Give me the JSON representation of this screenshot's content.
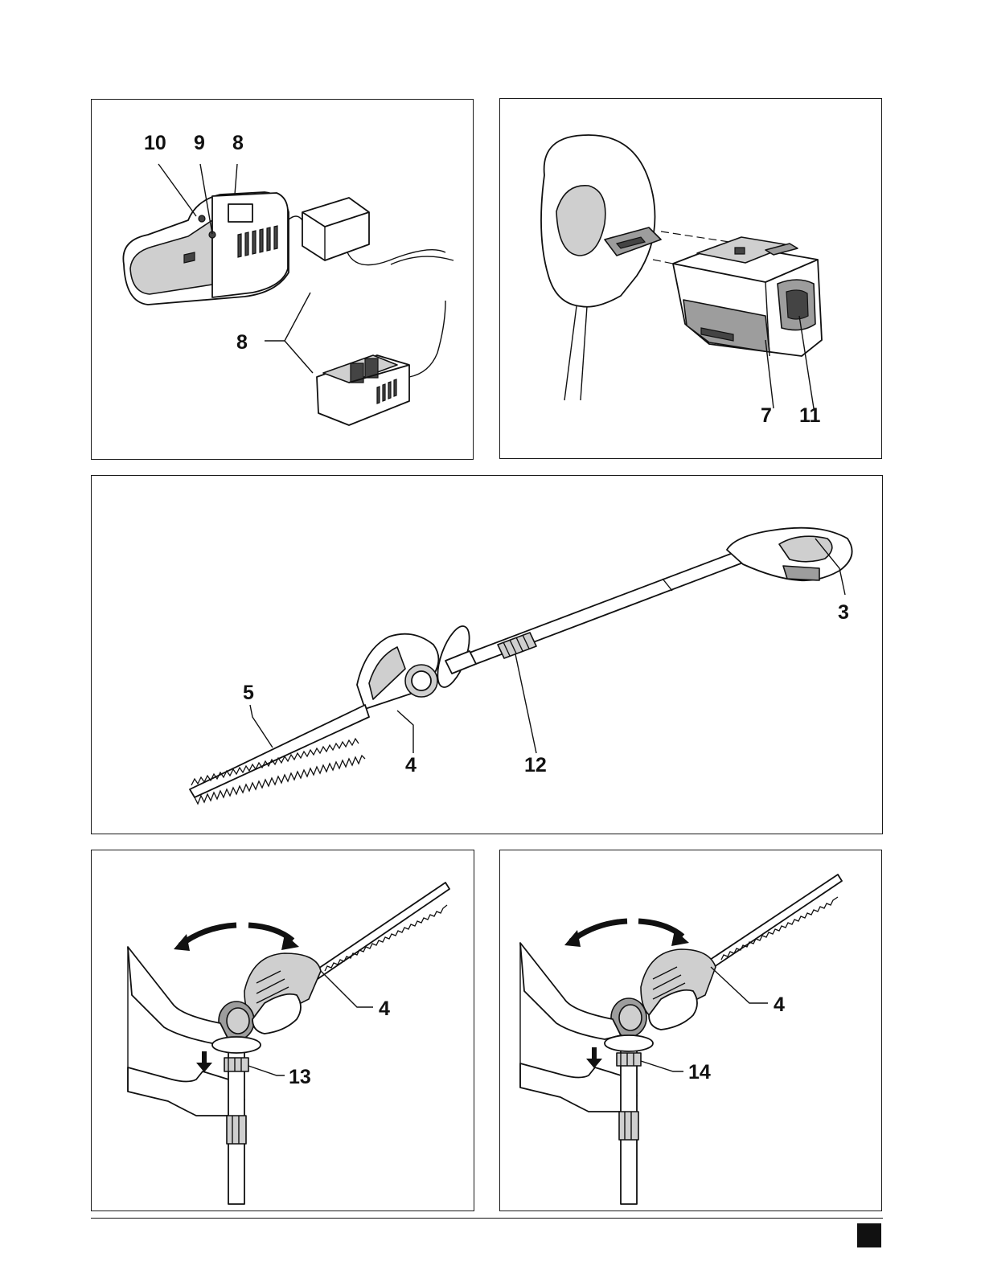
{
  "figures": {
    "charger": {
      "callouts": [
        "10",
        "9",
        "8",
        "8"
      ]
    },
    "battery": {
      "callouts": [
        "7",
        "11"
      ]
    },
    "tool": {
      "callouts": [
        "3",
        "5",
        "4",
        "12"
      ]
    },
    "rotate_left": {
      "callouts": [
        "4",
        "13"
      ]
    },
    "rotate_right": {
      "callouts": [
        "4",
        "14"
      ]
    }
  }
}
